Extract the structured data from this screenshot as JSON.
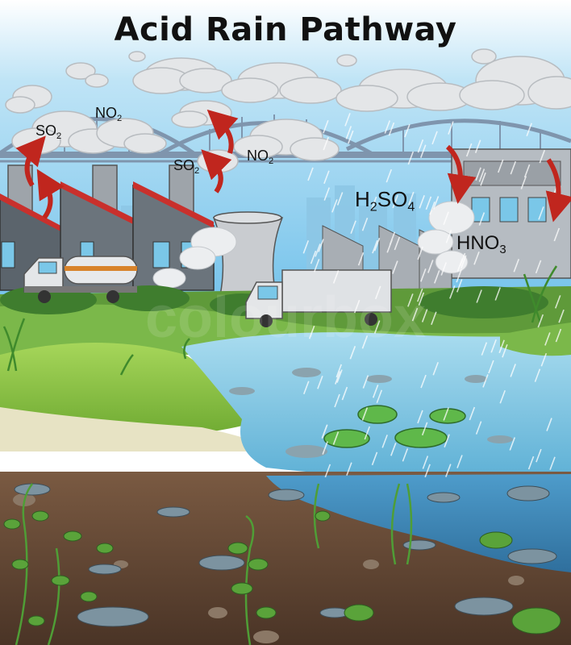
{
  "title": "Acid Rain Pathway",
  "labels": {
    "so2_left": {
      "base": "SO",
      "sub": "2"
    },
    "no2_left": {
      "base": "NO",
      "sub": "2"
    },
    "so2_center": {
      "base": "SO",
      "sub": "2"
    },
    "no2_center": {
      "base": "NO",
      "sub": "2"
    },
    "h2so4": {
      "a": "H",
      "s1": "2",
      "b": "SO",
      "s2": "4"
    },
    "hno3": {
      "base": "HNO",
      "sub": "3"
    }
  },
  "watermark": "colourbox",
  "colors": {
    "sky": "#7cc8ec",
    "arrow": "#c0261e",
    "water": "#7ec3de",
    "grass": "#8cc63f",
    "soil": "#5a4232",
    "factory_roof": "#c9302c"
  }
}
